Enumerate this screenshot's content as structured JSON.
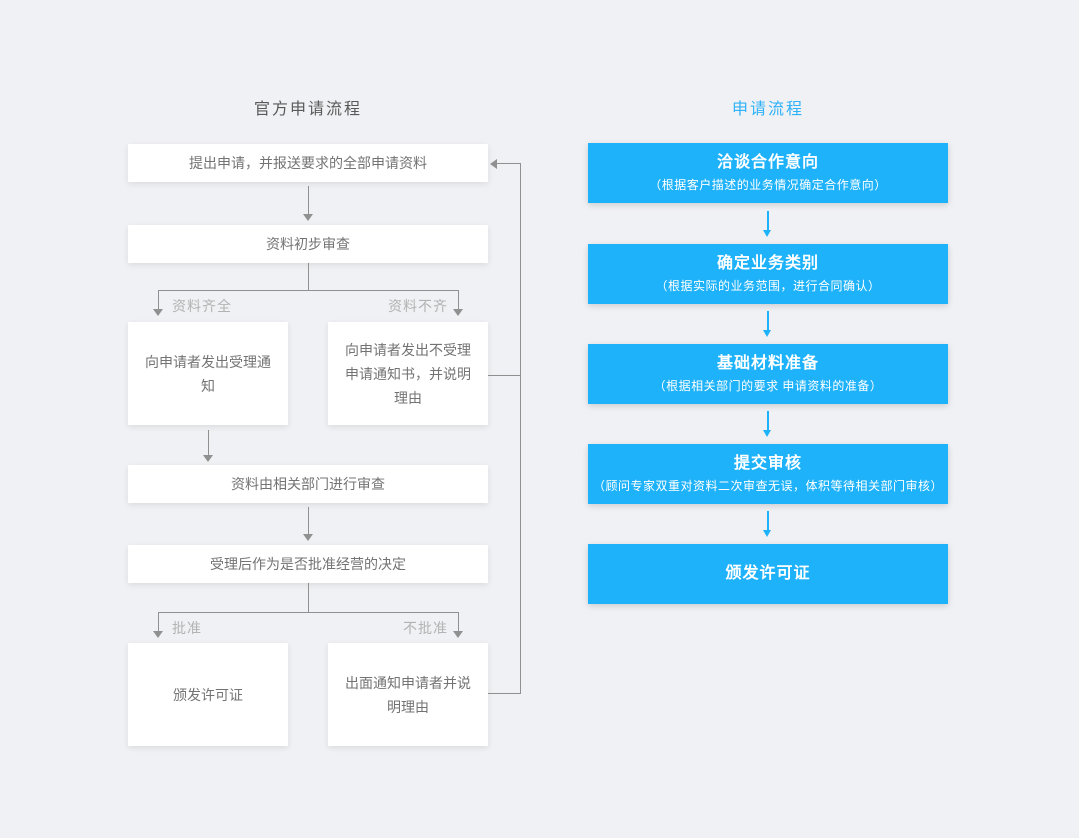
{
  "left_chart": {
    "title": "官方申请流程",
    "nodes": {
      "submit": "提出申请，并报送要求的全部申请资料",
      "preliminary_review": "资料初步审查",
      "accept_notice": "向申请者发出受理通知",
      "reject_notice": "向申请者发出不受理申请通知书，并说明理由",
      "department_review": "资料由相关部门进行审查",
      "approval_decision": "受理后作为是否批准经营的决定",
      "issue_license": "颁发许可证",
      "notify_reason": "出面通知申请者并说明理由"
    },
    "branch_labels": {
      "complete": "资料齐全",
      "incomplete": "资料不齐",
      "approved": "批准",
      "rejected": "不批准"
    }
  },
  "right_chart": {
    "title": "申请流程",
    "steps": [
      {
        "title": "洽谈合作意向",
        "subtitle": "（根据客户描述的业务情况确定合作意向）"
      },
      {
        "title": "确定业务类别",
        "subtitle": "（根据实际的业务范围，进行合同确认）"
      },
      {
        "title": "基础材料准备",
        "subtitle": "（根据相关部门的要求 申请资料的准备）"
      },
      {
        "title": "提交审核",
        "subtitle": "（顾问专家双重对资料二次审查无误，体积等待相关部门审核）"
      },
      {
        "title": "颁发许可证",
        "subtitle": ""
      }
    ]
  },
  "colors": {
    "background": "#f0f1f4",
    "accent_blue": "#1eb2fa",
    "line_gray": "#909090",
    "label_gray": "#b3b3b3"
  }
}
